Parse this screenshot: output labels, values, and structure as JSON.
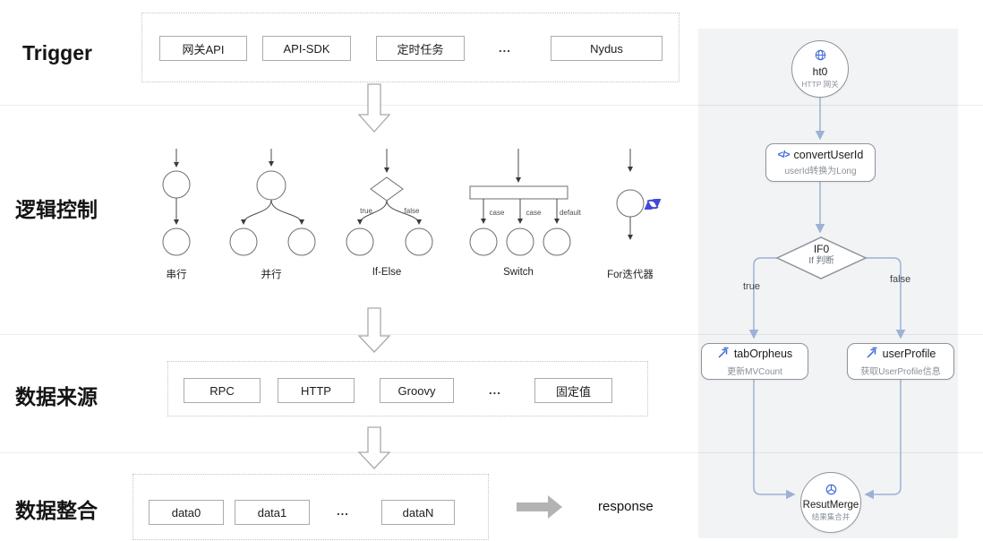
{
  "sections": {
    "trigger": {
      "label": "Trigger"
    },
    "logic": {
      "label": "逻辑控制"
    },
    "datasource": {
      "label": "数据来源"
    },
    "merge": {
      "label": "数据整合"
    }
  },
  "trigger": {
    "items": [
      "网关API",
      "API-SDK",
      "定时任务",
      "Nydus"
    ],
    "ellipsis": "..."
  },
  "logic": {
    "serial_label": "串行",
    "parallel_label": "并行",
    "ifelse_label": "If-Else",
    "switch_label": "Switch",
    "for_label": "For迭代器",
    "true_label": "true",
    "false_label": "false",
    "case1_label": "case",
    "case2_label": "case",
    "default_label": "default"
  },
  "datasource": {
    "items": [
      "RPC",
      "HTTP",
      "Groovy",
      "固定值"
    ],
    "ellipsis": "..."
  },
  "merge": {
    "items": [
      "data0",
      "data1",
      "dataN"
    ],
    "ellipsis": "...",
    "response_label": "response"
  },
  "flow": {
    "ht0": {
      "title": "ht0",
      "subtitle": "HTTP 网关"
    },
    "convert": {
      "title": "convertUserId",
      "subtitle": "userId转换为Long"
    },
    "if0": {
      "title": "IF0",
      "subtitle": "If 判断"
    },
    "if0_true": "true",
    "if0_false": "false",
    "tabOrpheus": {
      "title": "tabOrpheus",
      "subtitle": "更新MVCount"
    },
    "userProfile": {
      "title": "userProfile",
      "subtitle": "获取UserProfile信息"
    },
    "resultMerge": {
      "title": "ResutMerge",
      "subtitle": "结果集合并"
    }
  },
  "colors": {
    "accent_blue": "#3a66d6",
    "edge_blue": "#9db1d4",
    "loop_indigo": "#4348d8",
    "panel_gray": "#f2f3f5",
    "arrow_gray": "#b3b3b3"
  }
}
